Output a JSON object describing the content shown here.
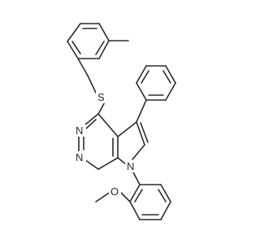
{
  "molecule": {
    "atoms": [
      {
        "id": "S1",
        "label": "S"
      },
      {
        "id": "N_pyr3",
        "label": "N"
      },
      {
        "id": "N_pyr1",
        "label": "N"
      },
      {
        "id": "N_pyrrole",
        "label": "N"
      },
      {
        "id": "O_methoxy",
        "label": "O"
      }
    ]
  },
  "colors": {
    "bond": "#2b2b2b",
    "label": "#2b2b2b",
    "background": "#ffffff"
  }
}
